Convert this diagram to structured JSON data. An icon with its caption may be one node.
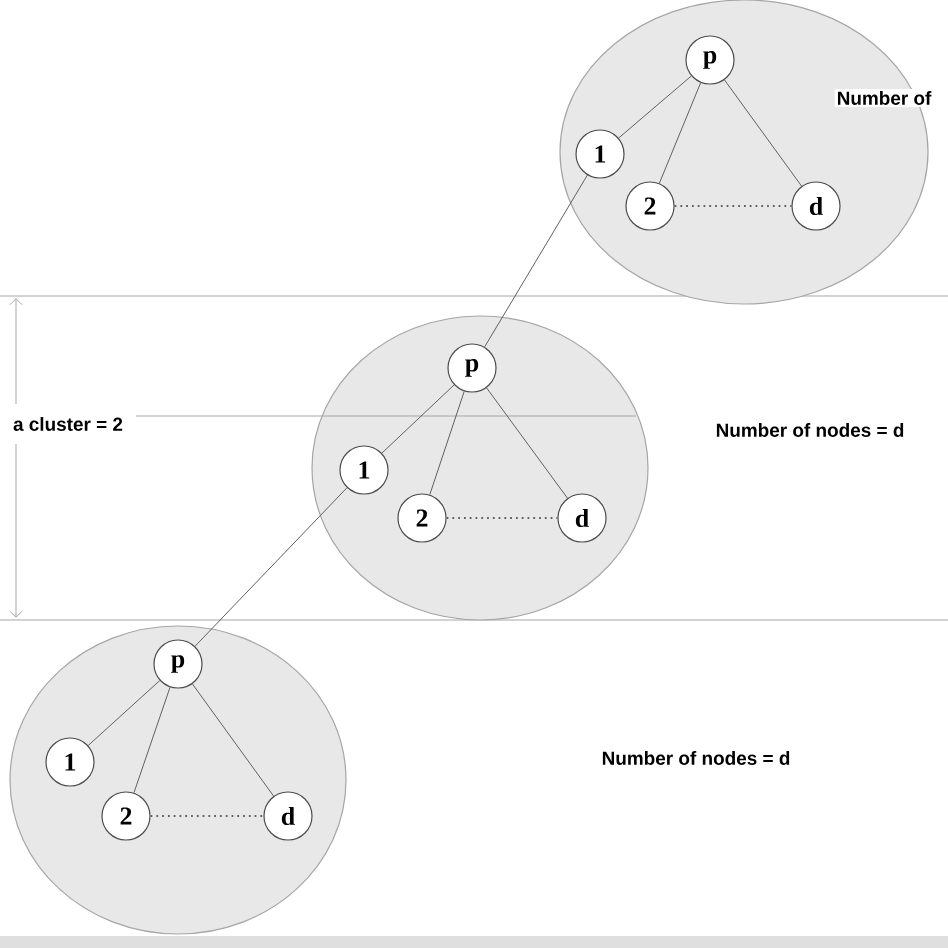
{
  "diagram": {
    "nodes": [
      {
        "text": [],
        "shape": "circle"
      },
      {
        "text": [
          "p"
        ],
        "in": 0
      },
      {
        "text": [
          "1"
        ],
        "in": 0
      },
      {
        "text": [
          "2"
        ],
        "in": 0
      },
      {
        "text": [
          "d"
        ],
        "in": 0
      },
      {
        "text": [],
        "shape": "circle"
      },
      {
        "text": [
          "p"
        ],
        "in": 5
      },
      {
        "text": [
          "1"
        ],
        "in": 5
      },
      {
        "text": [
          "2"
        ],
        "in": 5
      },
      {
        "text": [
          "d"
        ],
        "in": 5
      },
      {
        "text": [],
        "shape": "circle"
      },
      {
        "text": [
          "p"
        ],
        "in": 10
      },
      {
        "text": [
          "1"
        ],
        "in": 10
      },
      {
        "text": [
          "2"
        ],
        "in": 10
      },
      {
        "text": [
          "d"
        ],
        "in": 10
      }
    ],
    "edges": [
      {
        "from": 1,
        "to": 2,
        "arrow": "none"
      },
      {
        "from": 1,
        "to": 3,
        "arrow": "none"
      },
      {
        "from": 1,
        "to": 4,
        "arrow": "none"
      },
      {
        "from": 3,
        "to": 4,
        "arrow": "none",
        "style": "dashed"
      },
      {
        "from": 6,
        "to": 7,
        "arrow": "none"
      },
      {
        "from": 6,
        "to": 8,
        "arrow": "none"
      },
      {
        "from": 6,
        "to": 9,
        "arrow": "none"
      },
      {
        "from": 8,
        "to": 9,
        "arrow": "none",
        "style": "dashed"
      },
      {
        "from": 11,
        "to": 12,
        "arrow": "none"
      },
      {
        "from": 11,
        "to": 13,
        "arrow": "none"
      },
      {
        "from": 11,
        "to": 14,
        "arrow": "none"
      },
      {
        "from": 13,
        "to": 14,
        "arrow": "none",
        "style": "dashed"
      },
      {
        "from": 6,
        "to": 2,
        "arrow": "none"
      },
      {
        "from": 11,
        "to": 7,
        "arrow": "none"
      }
    ],
    "labels": [
      "Number of",
      "a cluster = 2",
      "Number of nodes = d",
      "Number of nodes = d"
    ]
  }
}
